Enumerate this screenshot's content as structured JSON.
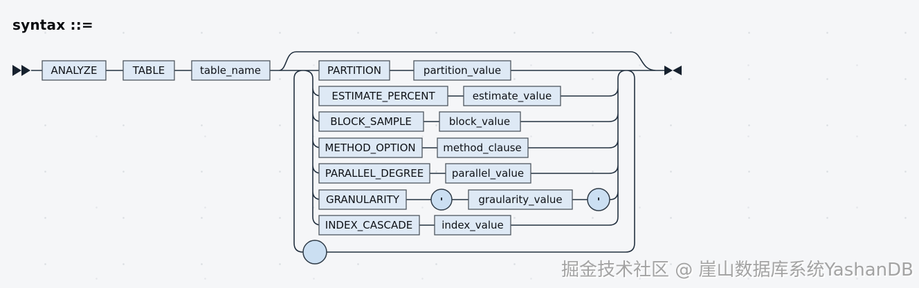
{
  "title": "syntax ::=",
  "watermark": "掘金技术社区 @ 崖山数据库系统YashanDB",
  "colors": {
    "background": "#f5f6f8",
    "node_fill": "#dee9f5",
    "node_border": "#4e565e",
    "terminal_fill": "#cbdff2",
    "rail_line": "#22303f",
    "node_text": "#0e1116",
    "watermark_text": "#a3a3a3"
  },
  "diagram": {
    "type": "railroad-syntax-diagram",
    "start_marker": "double-right-arrow",
    "end_marker": "bowtie-end",
    "loop_separator": "empty-circle",
    "sequence": {
      "analyze": "ANALYZE",
      "table": "TABLE",
      "table_name": "table_name"
    },
    "options": [
      {
        "keyword": "PARTITION",
        "value": "partition_value"
      },
      {
        "keyword": "ESTIMATE_PERCENT",
        "value": "estimate_value"
      },
      {
        "keyword": "BLOCK_SAMPLE",
        "value": "block_value"
      },
      {
        "keyword": "METHOD_OPTION",
        "value": "method_clause"
      },
      {
        "keyword": "PARALLEL_DEGREE",
        "value": "parallel_value"
      },
      {
        "keyword": "GRANULARITY",
        "quote_open": "'",
        "value": "graularity_value",
        "quote_close": "'"
      },
      {
        "keyword": "INDEX_CASCADE",
        "value": "index_value"
      }
    ]
  }
}
